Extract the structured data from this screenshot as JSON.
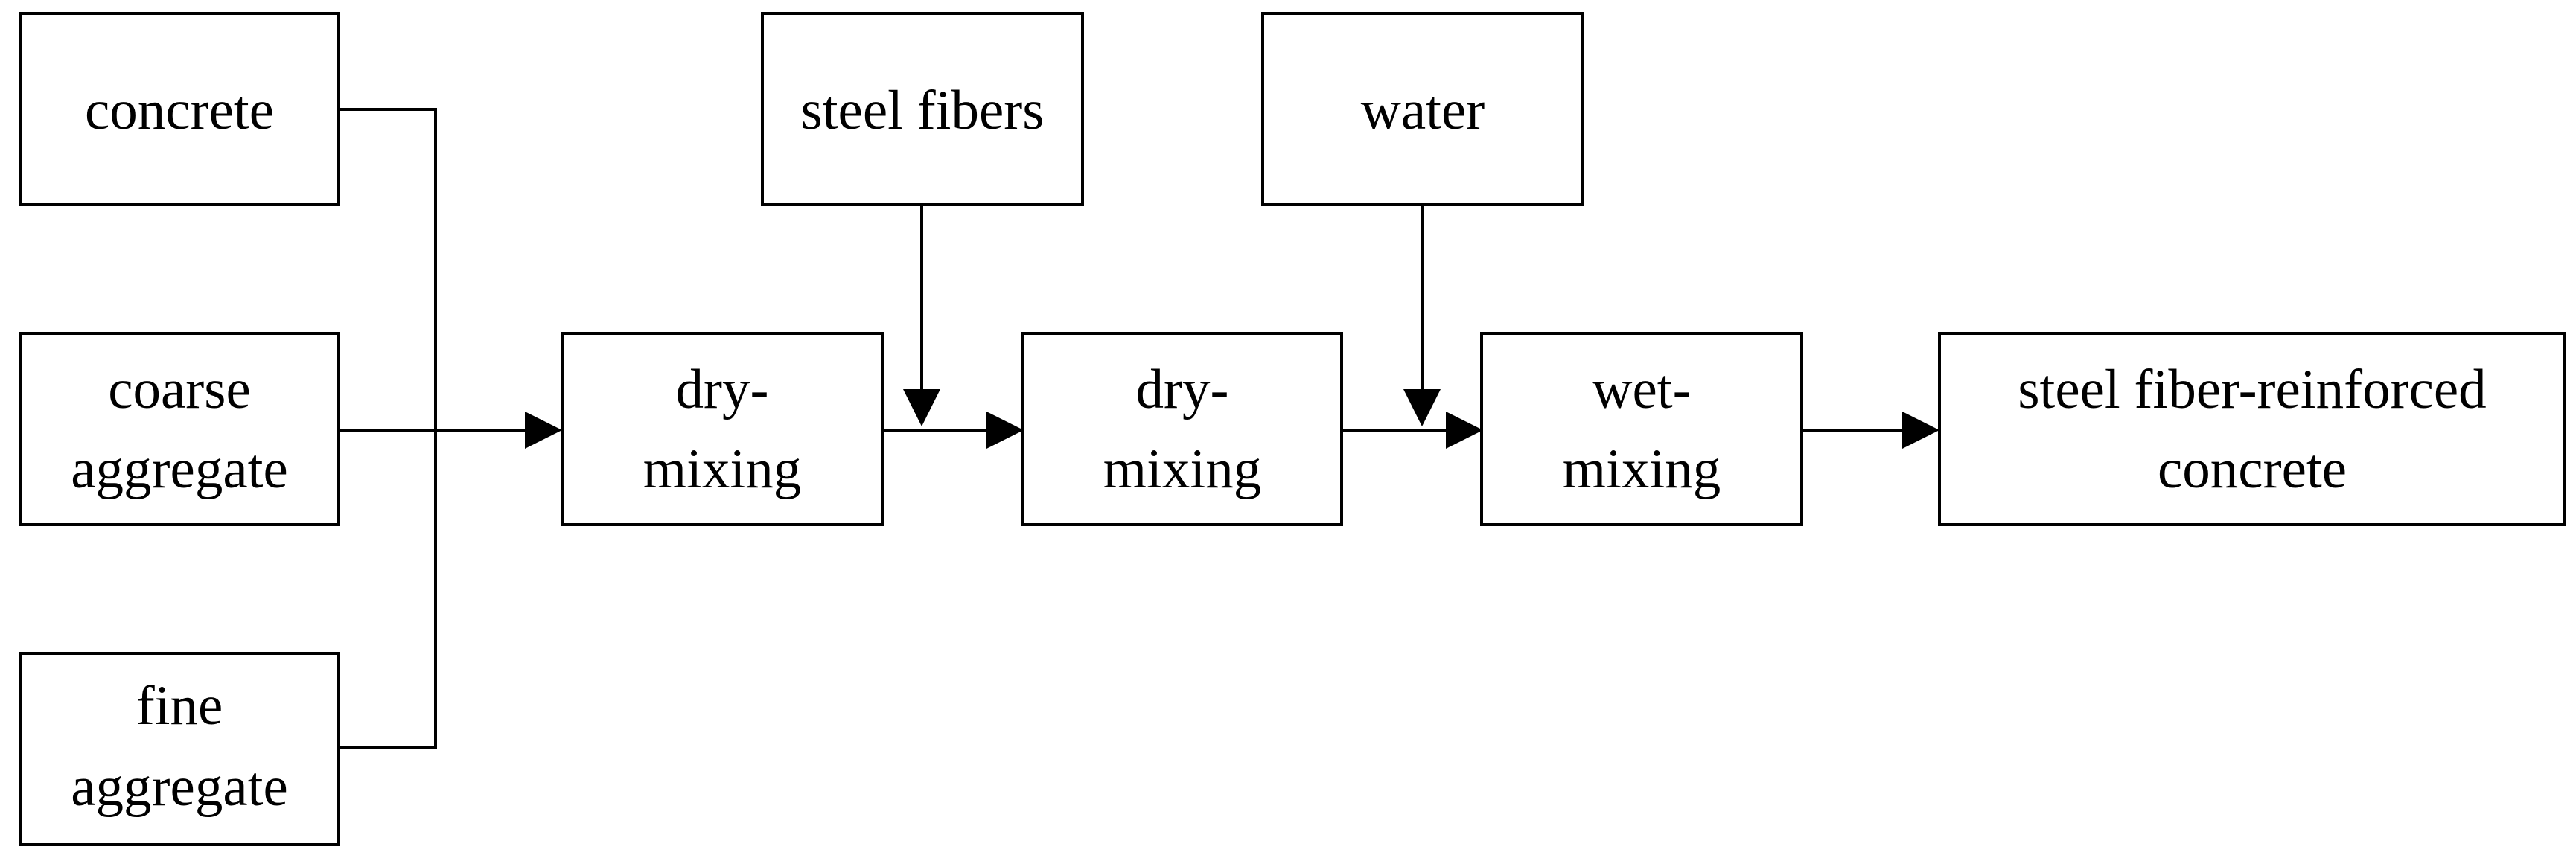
{
  "diagram": {
    "nodes": {
      "concrete": {
        "lines": [
          "concrete"
        ]
      },
      "coarse_aggregate": {
        "lines": [
          "coarse",
          "aggregate"
        ]
      },
      "fine_aggregate": {
        "lines": [
          "fine",
          "aggregate"
        ]
      },
      "dry_mixing_1": {
        "lines": [
          "dry-",
          "mixing"
        ]
      },
      "steel_fibers": {
        "lines": [
          "steel fibers"
        ]
      },
      "dry_mixing_2": {
        "lines": [
          "dry-",
          "mixing"
        ]
      },
      "water": {
        "lines": [
          "water"
        ]
      },
      "wet_mixing": {
        "lines": [
          "wet-",
          "mixing"
        ]
      },
      "sfrc": {
        "lines": [
          "steel fiber-reinforced",
          "concrete"
        ]
      }
    },
    "edges": [
      {
        "from": "concrete",
        "to": "dry_mixing_1"
      },
      {
        "from": "coarse_aggregate",
        "to": "dry_mixing_1"
      },
      {
        "from": "fine_aggregate",
        "to": "dry_mixing_1"
      },
      {
        "from": "dry_mixing_1",
        "to": "dry_mixing_2"
      },
      {
        "from": "steel_fibers",
        "to": "dry_mixing_2"
      },
      {
        "from": "dry_mixing_2",
        "to": "wet_mixing"
      },
      {
        "from": "water",
        "to": "wet_mixing"
      },
      {
        "from": "wet_mixing",
        "to": "sfrc"
      }
    ],
    "colors": {
      "stroke": "#000000",
      "fill": "#ffffff",
      "text": "#000000"
    }
  }
}
